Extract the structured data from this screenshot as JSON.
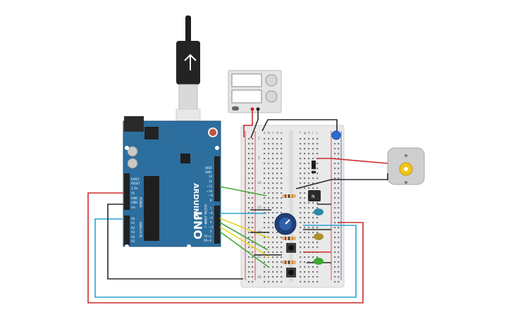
{
  "board": {
    "brand": "ARDUINO",
    "model": "UNO",
    "digital_header": "DIGITAL (PWM~)",
    "power_header": "POWER",
    "analog_header": "ANALOG IN",
    "top_pins": [
      "AREF",
      "GND",
      "13",
      "12",
      "~11",
      "~10",
      "~9",
      "8"
    ],
    "bottom_pins": [
      "7",
      "~6",
      "~5",
      "4",
      "~3",
      "2",
      "TX→1",
      "RX←0"
    ],
    "power_pins": [
      "IOREF",
      "RESET",
      "3.3V",
      "5V",
      "GND",
      "GND",
      "Vin"
    ],
    "analog_pins": [
      "A0",
      "A1",
      "A2",
      "A3",
      "A4",
      "A5"
    ]
  },
  "breadboard": {
    "columns": [
      "a",
      "b",
      "c",
      "d",
      "e",
      "f",
      "g",
      "h",
      "i",
      "j"
    ],
    "rows_labelled": [
      "1",
      "5",
      "10",
      "15",
      "20",
      "25",
      "30"
    ]
  },
  "colors": {
    "board_blue": "#2c6e9e",
    "breadboard": "#e9e9e9",
    "wire_red": "#d12a2a",
    "wire_black": "#2a2a2a",
    "wire_blue": "#2aa3d6",
    "wire_green": "#46a93a",
    "wire_yellow": "#e8d21b",
    "motor_body": "#cfcfcf",
    "motor_shaft": "#f0c419"
  },
  "icons": [
    "usb-cable-icon",
    "power-supply-icon",
    "potentiometer-icon",
    "transistor-icon",
    "diode-icon",
    "motor-icon",
    "push-button-icon",
    "led-icon",
    "resistor-icon"
  ]
}
